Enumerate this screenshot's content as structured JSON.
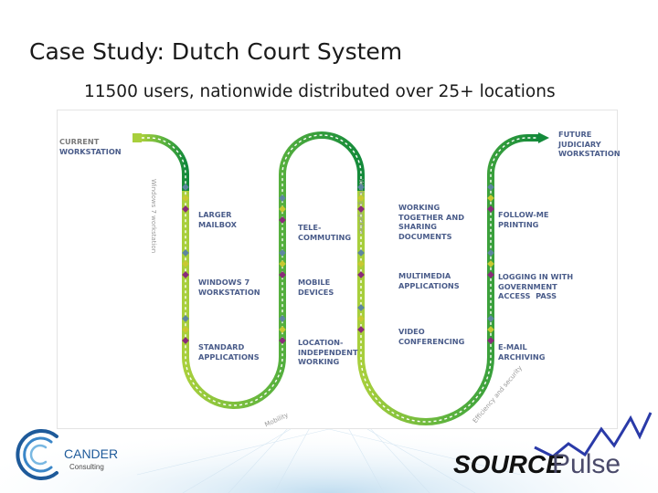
{
  "title": "Case Study: Dutch Court System",
  "subtitle": "11500 users, nationwide distributed over 25+ locations",
  "diagram": {
    "start": [
      "CURRENT",
      "WORKSTATION"
    ],
    "end": [
      "FUTURE",
      "JUDICIARY",
      "WORKSTATION"
    ],
    "vertical_labels": [
      "Windows 7 workstation",
      "Working together"
    ],
    "curve_labels": [
      "Mobility",
      "Efficiency and security"
    ],
    "milestones": [
      [
        "LARGER",
        "MAILBOX"
      ],
      [
        "WINDOWS 7",
        "WORKSTATION"
      ],
      [
        "STANDARD",
        "APPLICATIONS"
      ],
      [
        "TELE-",
        "COMMUTING"
      ],
      [
        "MOBILE",
        "DEVICES"
      ],
      [
        "LOCATION-",
        "INDEPENDENT",
        "WORKING"
      ],
      [
        "WORKING",
        "TOGETHER AND",
        "SHARING",
        "DOCUMENTS"
      ],
      [
        "MULTIMEDIA",
        "APPLICATIONS"
      ],
      [
        "VIDEO",
        "CONFERENCING"
      ],
      [
        "FOLLOW-ME",
        "PRINTING"
      ],
      [
        "LOGGING IN WITH",
        "GOVERNMENT",
        "ACCESS  PASS"
      ],
      [
        "E-MAIL",
        "ARCHIVING"
      ]
    ],
    "colors": {
      "light": "#9cc83c",
      "mid": "#59b13f",
      "dark": "#1e8f3a",
      "label": "#4a5c8a",
      "dot_blue": "#5e86a0",
      "dot_yellow": "#c8c832",
      "dot_purple": "#8a2a7a"
    }
  },
  "logos": {
    "left": {
      "name": "CANDER",
      "tagline": "Consulting"
    },
    "right": {
      "name_italic": "SOURCE",
      "name_plain": "Pulse"
    }
  }
}
